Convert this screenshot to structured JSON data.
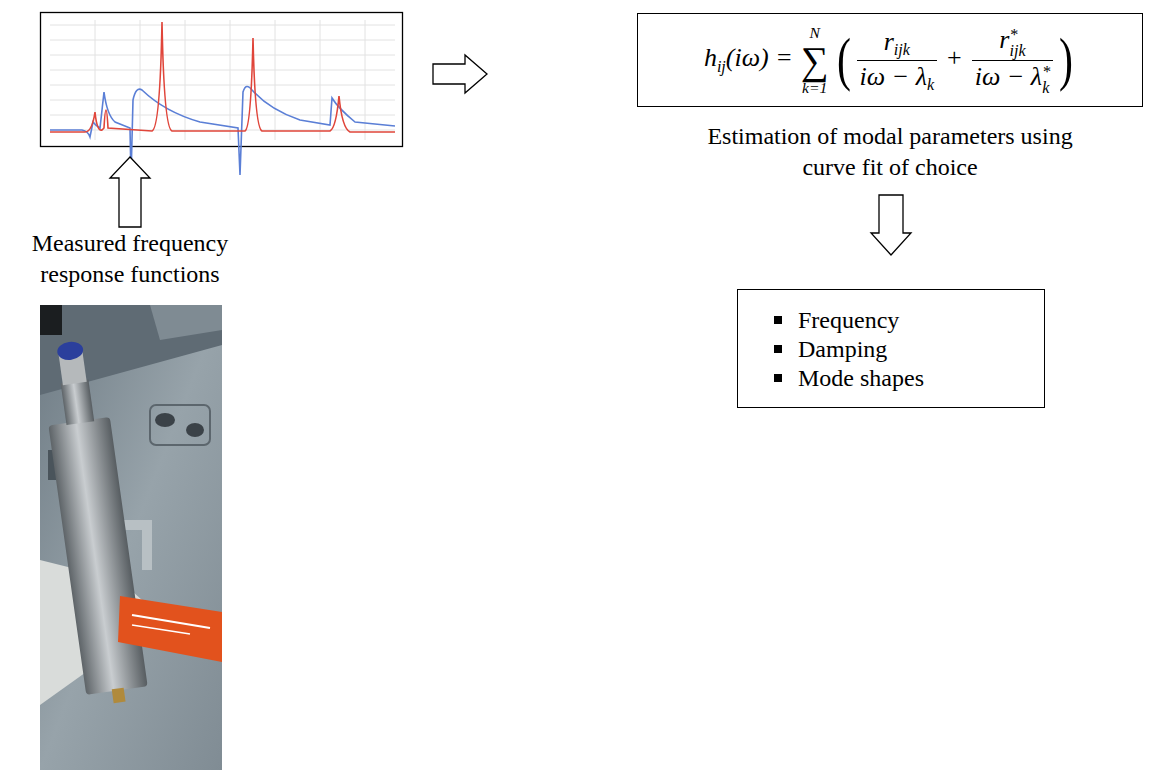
{
  "diagram": {
    "nodes": [
      {
        "text": [
          "h",
          "ij",
          "(iω) =",
          "N",
          "∑",
          "k=1",
          "(",
          "r",
          "ijk",
          "iω − λ",
          "k",
          "+",
          "r",
          "*",
          "ijk",
          "iω − λ",
          "*",
          "k",
          ")",
          "Estimation of modal parameters using curve fit of choice"
        ]
      },
      {
        "text": [
          "Frequency",
          "Damping",
          "Mode shapes"
        ]
      }
    ],
    "edges": [
      {
        "from": 0,
        "to": 1,
        "arrow": "to"
      }
    ],
    "labels": [
      "Measured frequency response functions"
    ]
  }
}
